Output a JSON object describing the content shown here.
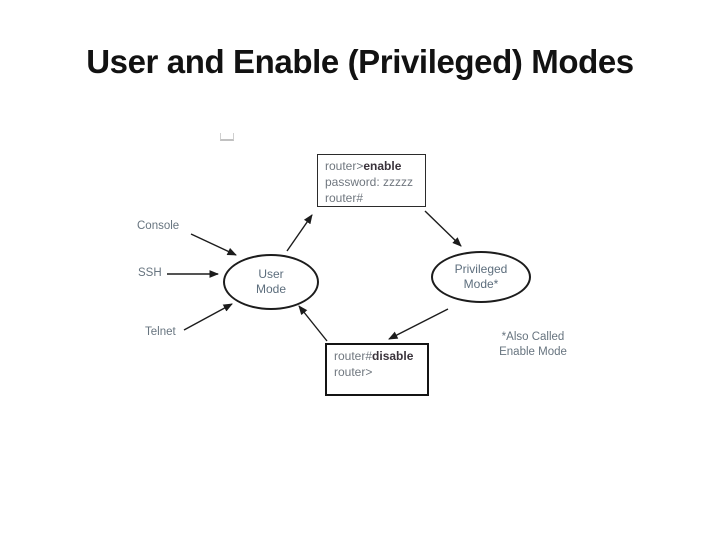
{
  "slide": {
    "title": "User and Enable (Privileged) Modes"
  },
  "diagram": {
    "access_methods": [
      {
        "label": "Console"
      },
      {
        "label": "SSH"
      },
      {
        "label": "Telnet"
      }
    ],
    "nodes": {
      "user_mode": {
        "line1": "User",
        "line2": "Mode"
      },
      "privileged_mode": {
        "line1": "Privileged",
        "line2": "Mode*"
      }
    },
    "enable_command_box": {
      "line1_prefix": "router>",
      "line1_command": "enable",
      "line2": "password: zzzzz",
      "line3": "router#"
    },
    "disable_command_box": {
      "line1_prefix": "router#",
      "line1_command": "disable",
      "line2": "router>"
    },
    "footnote": {
      "line1": "*Also Called",
      "line2": "Enable Mode"
    },
    "colors": {
      "ink": "#1c1c1c",
      "label_text": "#67747f",
      "command_text": "#70777f",
      "command_bold": "#3a333b",
      "title_text": "#121212",
      "background": "#ffffff"
    }
  }
}
